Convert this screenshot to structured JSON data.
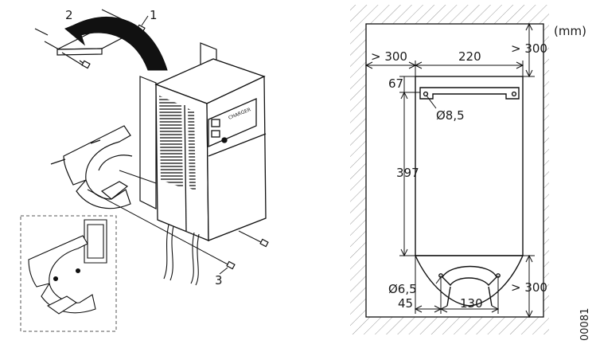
{
  "left_figure": {
    "callouts": {
      "c1": "1",
      "c2": "2",
      "c3": "3"
    }
  },
  "right_figure": {
    "unit": "(mm)",
    "dims": {
      "left_clear": "> 300",
      "top_clear": "> 300",
      "bottom_clear": "> 300",
      "width": "220",
      "top_offset": "67",
      "height": "397",
      "upper_hole": "Ø8,5",
      "lower_hole": "Ø6,5",
      "lower_offset": "45",
      "lower_spacing": "130"
    }
  },
  "doc_number": "00081"
}
